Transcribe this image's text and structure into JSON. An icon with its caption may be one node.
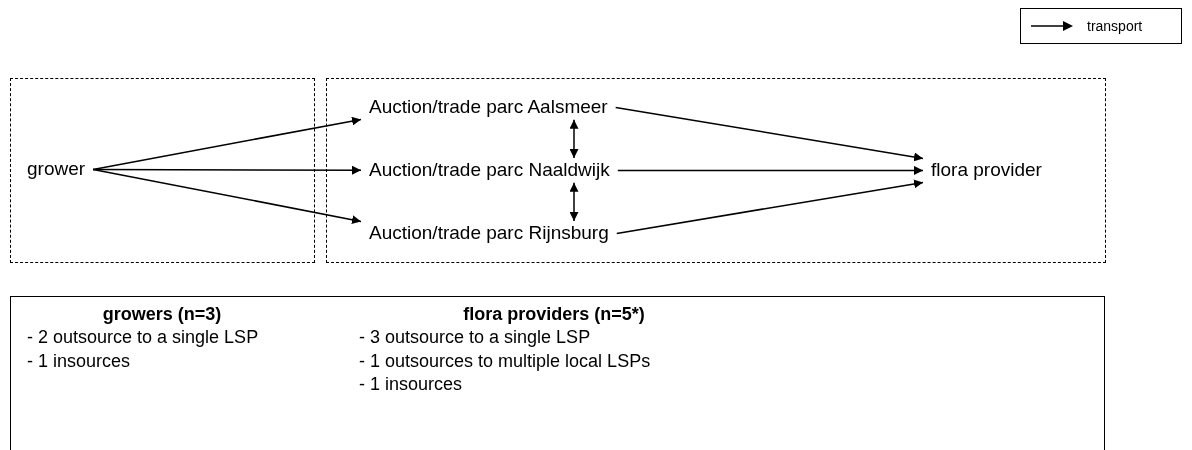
{
  "diagram": {
    "nodes": [
      {
        "text": [],
        "shape": "box"
      },
      {
        "text": [
          "grower"
        ],
        "in": 0
      },
      {
        "text": [],
        "shape": "box"
      },
      {
        "text": [
          "Auction/trade parc Aalsmeer"
        ],
        "in": 2
      },
      {
        "text": [
          "Auction/trade parc Naaldwijk"
        ],
        "in": 2
      },
      {
        "text": [
          "Auction/trade parc Rijnsburg"
        ],
        "in": 2
      },
      {
        "text": [
          "flora provider"
        ],
        "in": 2
      },
      {
        "text": [
          "growers (n=3)",
          "- 2 outsource to a single LSP",
          "- 1 insources",
          "flora providers (n=5*)",
          "- 3 outsource to a single LSP",
          "- 1 outsources to multiple local LSPs",
          "- 1 insources"
        ]
      }
    ],
    "edges": [
      {
        "from": 1,
        "to": 3,
        "arrow": "to"
      },
      {
        "from": 1,
        "to": 4,
        "arrow": "to"
      },
      {
        "from": 1,
        "to": 5,
        "arrow": "to"
      },
      {
        "from": 3,
        "to": 4,
        "arrow": "both"
      },
      {
        "from": 4,
        "to": 5,
        "arrow": "both"
      },
      {
        "from": 3,
        "to": 6,
        "arrow": "to"
      },
      {
        "from": 4,
        "to": 6,
        "arrow": "to"
      },
      {
        "from": 5,
        "to": 6,
        "arrow": "to"
      }
    ],
    "legend": [
      {
        "text": "transport"
      }
    ]
  }
}
